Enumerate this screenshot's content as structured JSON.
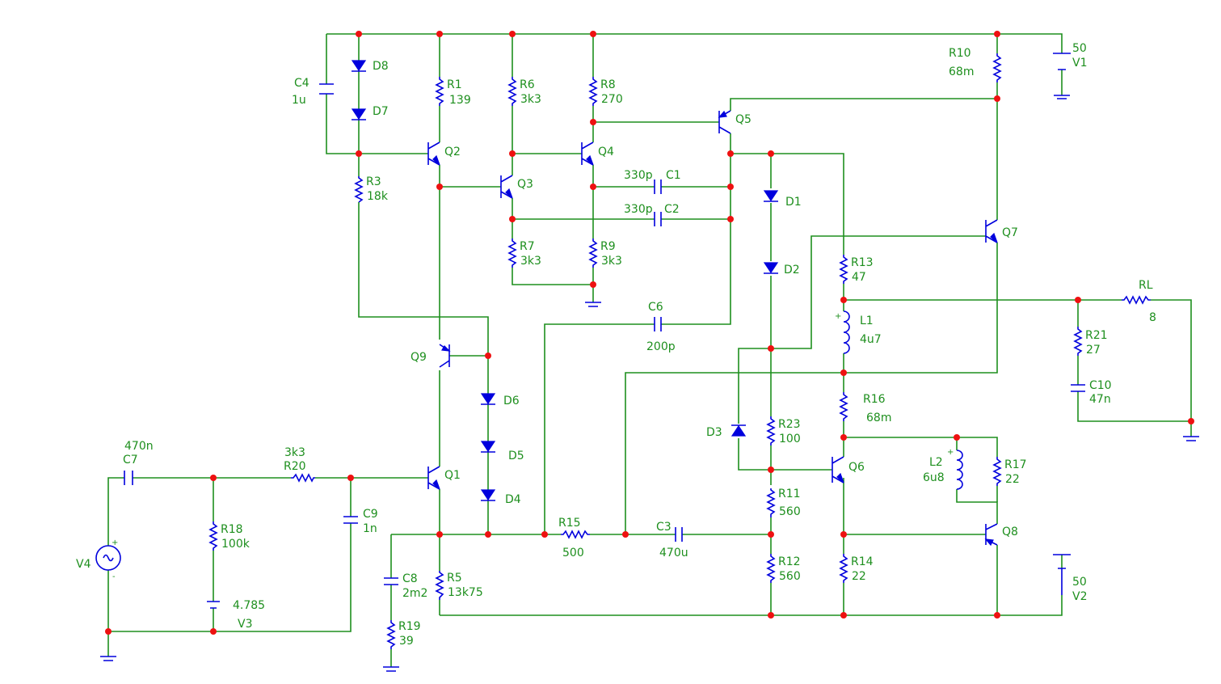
{
  "colors": {
    "wire": "#1e8f1e",
    "component": "#0000dd",
    "node": "#ee1111",
    "background": "#ffffff"
  },
  "components": {
    "R1": {
      "name": "R1",
      "value": "139"
    },
    "R3": {
      "name": "R3",
      "value": "18k"
    },
    "R5": {
      "name": "R5",
      "value": "13k75"
    },
    "R6": {
      "name": "R6",
      "value": "3k3"
    },
    "R7": {
      "name": "R7",
      "value": "3k3"
    },
    "R8": {
      "name": "R8",
      "value": "270"
    },
    "R9": {
      "name": "R9",
      "value": "3k3"
    },
    "R10": {
      "name": "R10",
      "value": "68m"
    },
    "R11": {
      "name": "R11",
      "value": "560"
    },
    "R12": {
      "name": "R12",
      "value": "560"
    },
    "R13": {
      "name": "R13",
      "value": "47"
    },
    "R14": {
      "name": "R14",
      "value": "22"
    },
    "R15": {
      "name": "R15",
      "value": "500"
    },
    "R16": {
      "name": "R16",
      "value": "68m"
    },
    "R17": {
      "name": "R17",
      "value": "22"
    },
    "R18": {
      "name": "R18",
      "value": "100k"
    },
    "R19": {
      "name": "R19",
      "value": "39"
    },
    "R20": {
      "name": "R20",
      "value": "3k3"
    },
    "R21": {
      "name": "R21",
      "value": "27"
    },
    "R23": {
      "name": "R23",
      "value": "100"
    },
    "RL": {
      "name": "RL",
      "value": "8"
    },
    "C1": {
      "name": "C1",
      "value": "330p"
    },
    "C2": {
      "name": "C2",
      "value": "330p"
    },
    "C3": {
      "name": "C3",
      "value": "470u"
    },
    "C4": {
      "name": "C4",
      "value": "1u"
    },
    "C6": {
      "name": "C6",
      "value": "200p"
    },
    "C7": {
      "name": "C7",
      "value": "470n"
    },
    "C8": {
      "name": "C8",
      "value": "2m2"
    },
    "C9": {
      "name": "C9",
      "value": "1n"
    },
    "C10": {
      "name": "C10",
      "value": "47n"
    },
    "L1": {
      "name": "L1",
      "value": "4u7"
    },
    "L2": {
      "name": "L2",
      "value": "6u8"
    },
    "V1": {
      "name": "V1",
      "value": "50"
    },
    "V2": {
      "name": "V2",
      "value": "50"
    },
    "V3": {
      "name": "V3",
      "value": "4.785"
    },
    "V4": {
      "name": "V4"
    },
    "D1": {
      "name": "D1"
    },
    "D2": {
      "name": "D2"
    },
    "D3": {
      "name": "D3"
    },
    "D4": {
      "name": "D4"
    },
    "D5": {
      "name": "D5"
    },
    "D6": {
      "name": "D6"
    },
    "D7": {
      "name": "D7"
    },
    "D8": {
      "name": "D8"
    },
    "Q1": {
      "name": "Q1"
    },
    "Q2": {
      "name": "Q2"
    },
    "Q3": {
      "name": "Q3"
    },
    "Q4": {
      "name": "Q4"
    },
    "Q5": {
      "name": "Q5"
    },
    "Q6": {
      "name": "Q6"
    },
    "Q7": {
      "name": "Q7"
    },
    "Q8": {
      "name": "Q8"
    },
    "Q9": {
      "name": "Q9"
    }
  },
  "polarity": {
    "plus": "+",
    "minus": "-"
  }
}
